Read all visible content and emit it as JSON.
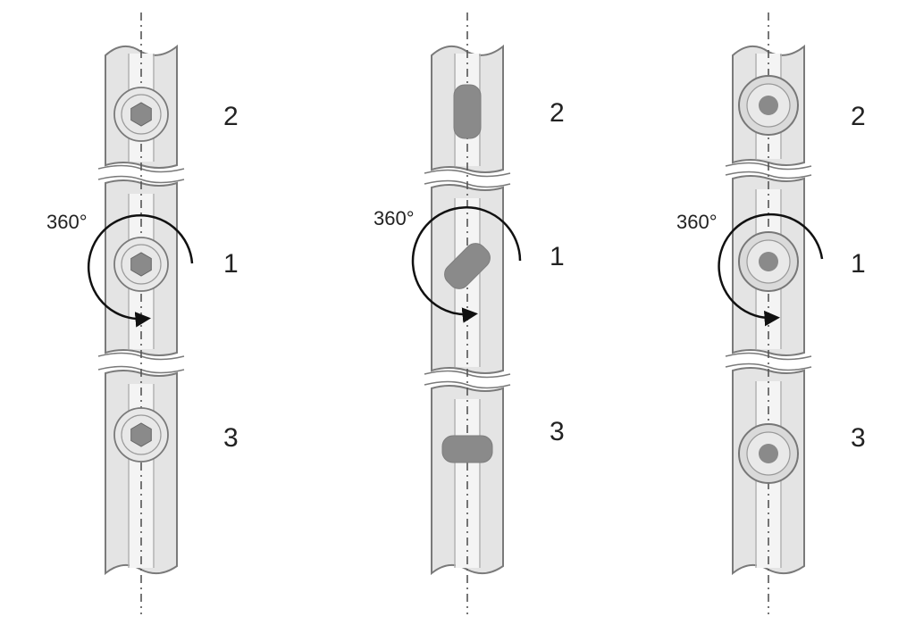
{
  "colors": {
    "bar_fill": "#e4e4e4",
    "bar_stroke": "#7a7a7a",
    "part_fill": "#8a8a8a",
    "washer_fill": "#dadada",
    "centerline": "#555555",
    "arrow": "#111111",
    "text": "#222222"
  },
  "panels": [
    {
      "fastener_icon": "hex-socket-screw-icon",
      "rotation_label": "360°",
      "positions": [
        {
          "label": "2"
        },
        {
          "label": "1"
        },
        {
          "label": "3"
        }
      ]
    },
    {
      "fastener_icon": "rounded-slot-nut-icon",
      "rotation_label": "360°",
      "positions": [
        {
          "label": "2"
        },
        {
          "label": "1"
        },
        {
          "label": "3"
        }
      ]
    },
    {
      "fastener_icon": "round-bolt-with-washer-icon",
      "rotation_label": "360°",
      "positions": [
        {
          "label": "2"
        },
        {
          "label": "1"
        },
        {
          "label": "3"
        }
      ]
    }
  ]
}
